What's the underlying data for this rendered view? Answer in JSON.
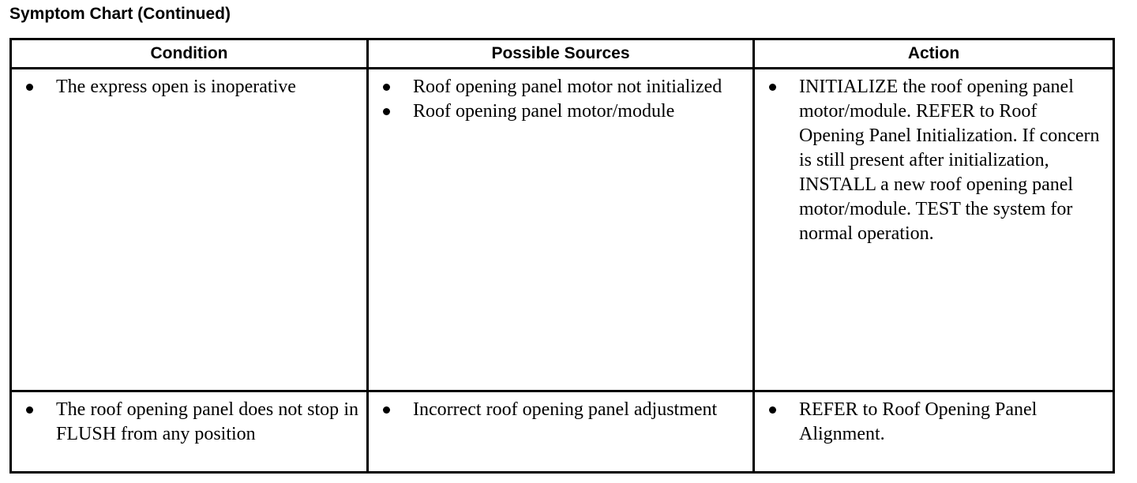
{
  "document": {
    "title": "Symptom Chart (Continued)"
  },
  "table": {
    "headers": [
      {
        "label": "Condition"
      },
      {
        "label": "Possible Sources"
      },
      {
        "label": "Action"
      }
    ],
    "rows": [
      {
        "condition": [
          "The express open is inoperative"
        ],
        "possible_sources": [
          "Roof opening panel motor not initialized",
          "Roof opening panel motor/module"
        ],
        "action": [
          "INITIALIZE the roof opening panel motor/module. REFER to Roof Opening Panel Initialization. If concern is still present after initialization, INSTALL a new roof opening panel motor/module. TEST the system for normal operation."
        ]
      },
      {
        "condition": [
          "The roof opening panel does not stop in FLUSH from any position"
        ],
        "possible_sources": [
          "Incorrect roof opening panel adjustment"
        ],
        "action": [
          "REFER to Roof Opening Panel Alignment."
        ]
      }
    ]
  },
  "colors": {
    "text": "#000000",
    "background": "#ffffff",
    "border": "#000000"
  }
}
